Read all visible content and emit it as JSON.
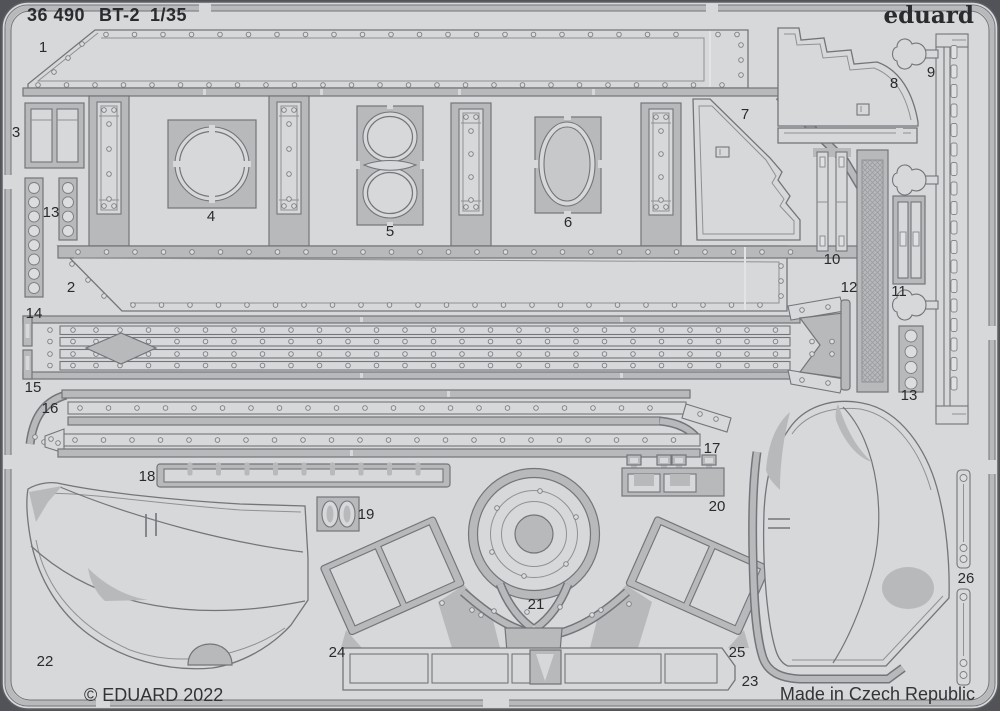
{
  "header": {
    "code": "36 490",
    "model": "BT-2",
    "scale": "1/35",
    "brand": "eduard"
  },
  "footer": {
    "copyright": "© EDUARD 2022",
    "origin": "Made in Czech Republic"
  },
  "sheet": {
    "description": "photo-etched parts fret",
    "colors": {
      "plate_background": "#d7d8d9",
      "metal_band": "#b7b9bb",
      "outline": "#73757a",
      "outer_edge": "#515358",
      "text": "#2a2b2e"
    }
  },
  "labels": [
    {
      "text": "1"
    },
    {
      "text": "2"
    },
    {
      "text": "3"
    },
    {
      "text": "4"
    },
    {
      "text": "5"
    },
    {
      "text": "6"
    },
    {
      "text": "7"
    },
    {
      "text": "8"
    },
    {
      "text": "9"
    },
    {
      "text": "10"
    },
    {
      "text": "11"
    },
    {
      "text": "12"
    },
    {
      "text": "13"
    },
    {
      "text": "13"
    },
    {
      "text": "14"
    },
    {
      "text": "15"
    },
    {
      "text": "16"
    },
    {
      "text": "17"
    },
    {
      "text": "18"
    },
    {
      "text": "19"
    },
    {
      "text": "20"
    },
    {
      "text": "21"
    },
    {
      "text": "22"
    },
    {
      "text": "23"
    },
    {
      "text": "24"
    },
    {
      "text": "25"
    },
    {
      "text": "26"
    }
  ]
}
